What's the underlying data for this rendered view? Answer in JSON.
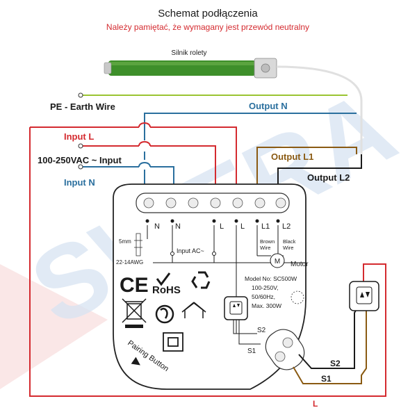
{
  "header": {
    "title": "Schemat podłączenia",
    "subtitle": "Należy pamiętać, że wymagany jest przewód neutralny"
  },
  "motor": {
    "label": "Silnik rolety"
  },
  "wires": {
    "pe": "PE - Earth Wire",
    "output_n": "Output N",
    "input_l": "Input L",
    "input_voltage": "100-250VAC ~ Input",
    "input_n": "Input N",
    "output_l1": "Output L1",
    "output_l2": "Output L2",
    "s1": "S1",
    "s2": "S2",
    "l": "L"
  },
  "device": {
    "terminals": [
      "N",
      "N",
      "L",
      "L",
      "L1",
      "L2"
    ],
    "strip_label": "5mm",
    "awg_label": "22-14AWG",
    "input_ac": "Input  AC~",
    "brown_wire": [
      "Brown",
      "Wire"
    ],
    "black_wire": [
      "Black",
      "Wire"
    ],
    "motor_label": "Motor",
    "model": [
      "Model No: SC500W",
      "100-250V,",
      "50/60Hz,",
      "Max. 300W"
    ],
    "ce": "CE",
    "rohs": "RoHS",
    "pairing": "Pairing Button",
    "s1": "S1",
    "s2": "S2"
  },
  "watermark": {
    "text": "SWERA"
  },
  "colors": {
    "red": "#d42a2f",
    "blue": "#2a6f9e",
    "brown": "#8a5a12",
    "black": "#1a1a1a",
    "green": "#9ac431",
    "motor": "#3e8f2a",
    "watermark": "#d8e4f2"
  }
}
